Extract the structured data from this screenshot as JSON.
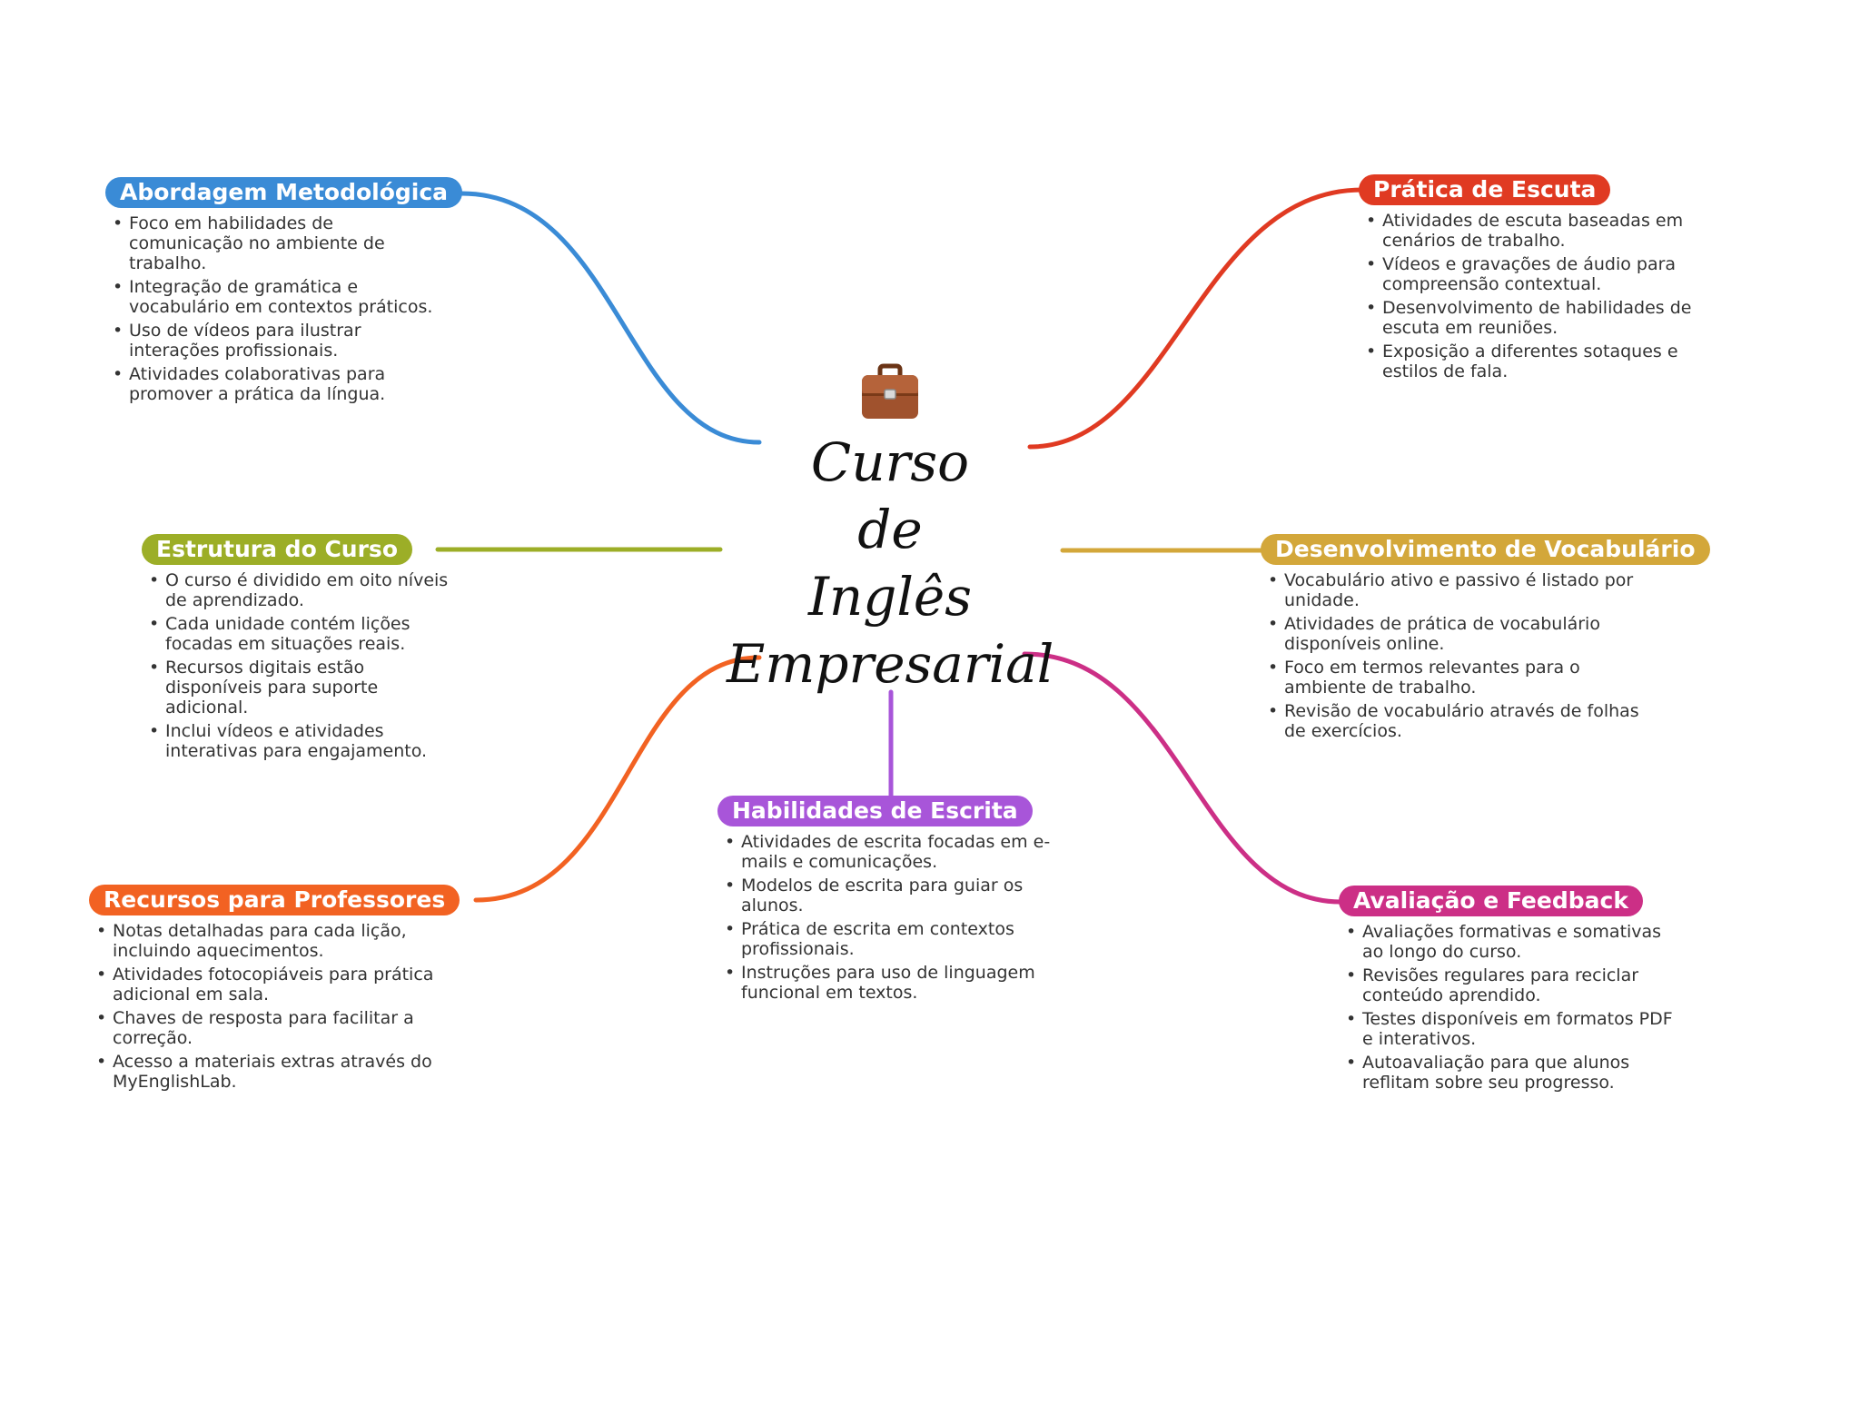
{
  "title": {
    "lines": [
      "Curso",
      "de",
      "Inglês",
      "Empresarial"
    ],
    "icon": "briefcase-icon"
  },
  "branches": [
    {
      "key": "metodologia",
      "label": "Abordagem Metodológica",
      "color": "#3a8bd6",
      "items": [
        "Foco em habilidades de comunicação no ambiente de trabalho.",
        "Integração de gramática e vocabulário em contextos práticos.",
        "Uso de vídeos para ilustrar interações profissionais.",
        "Atividades colaborativas para promover a prática da língua."
      ]
    },
    {
      "key": "estrutura",
      "label": "Estrutura do Curso",
      "color": "#9cae27",
      "items": [
        "O curso é dividido em oito níveis de aprendizado.",
        "Cada unidade contém lições focadas em situações reais.",
        "Recursos digitais estão disponíveis para suporte adicional.",
        "Inclui vídeos e atividades interativas para engajamento."
      ]
    },
    {
      "key": "recursos",
      "label": "Recursos para Professores",
      "color": "#f26222",
      "items": [
        "Notas detalhadas para cada lição, incluindo aquecimentos.",
        "Atividades fotocopiáveis para prática adicional em sala.",
        "Chaves de resposta para facilitar a correção.",
        "Acesso a materiais extras através do MyEnglishLab."
      ]
    },
    {
      "key": "escrita",
      "label": "Habilidades de Escrita",
      "color": "#a855d9",
      "items": [
        "Atividades de escrita focadas em e-mails e comunicações.",
        "Modelos de escrita para guiar os alunos.",
        "Prática de escrita em contextos profissionais.",
        "Instruções para uso de linguagem funcional em textos."
      ]
    },
    {
      "key": "escuta",
      "label": "Prática de Escuta",
      "color": "#e03a22",
      "items": [
        "Atividades de escuta baseadas em cenários de trabalho.",
        "Vídeos e gravações de áudio para compreensão contextual.",
        "Desenvolvimento de habilidades de escuta em reuniões.",
        "Exposição a diferentes sotaques e estilos de fala."
      ]
    },
    {
      "key": "vocabulario",
      "label": "Desenvolvimento de Vocabulário",
      "color": "#d3a73a",
      "items": [
        "Vocabulário ativo e passivo é listado por unidade.",
        "Atividades de prática de vocabulário disponíveis online.",
        "Foco em termos relevantes para o ambiente de trabalho.",
        "Revisão de vocabulário através de folhas de exercícios."
      ]
    },
    {
      "key": "avaliacao",
      "label": "Avaliação e Feedback",
      "color": "#cc2f86",
      "items": [
        "Avaliações formativas e somativas ao longo do curso.",
        "Revisões regulares para reciclar conteúdo aprendido.",
        "Testes disponíveis em formatos PDF e interativos.",
        "Autoavaliação para que alunos reflitam sobre seu progresso."
      ]
    }
  ]
}
